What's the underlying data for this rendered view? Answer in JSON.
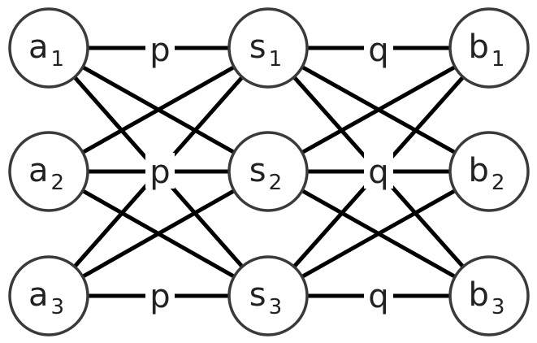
{
  "nodes": [
    {
      "id": "a1",
      "letter": "a",
      "sub": "1"
    },
    {
      "id": "a2",
      "letter": "a",
      "sub": "2"
    },
    {
      "id": "a3",
      "letter": "a",
      "sub": "3"
    },
    {
      "id": "s1",
      "letter": "s",
      "sub": "1"
    },
    {
      "id": "s2",
      "letter": "s",
      "sub": "2"
    },
    {
      "id": "s3",
      "letter": "s",
      "sub": "3"
    },
    {
      "id": "b1",
      "letter": "b",
      "sub": "1"
    },
    {
      "id": "b2",
      "letter": "b",
      "sub": "2"
    },
    {
      "id": "b3",
      "letter": "b",
      "sub": "3"
    }
  ],
  "edges": [
    {
      "from": "a1",
      "to": "s1"
    },
    {
      "from": "a1",
      "to": "s2"
    },
    {
      "from": "a1",
      "to": "s3"
    },
    {
      "from": "a2",
      "to": "s1"
    },
    {
      "from": "a2",
      "to": "s2"
    },
    {
      "from": "a2",
      "to": "s3"
    },
    {
      "from": "a3",
      "to": "s1"
    },
    {
      "from": "a3",
      "to": "s2"
    },
    {
      "from": "a3",
      "to": "s3"
    },
    {
      "from": "s1",
      "to": "b1"
    },
    {
      "from": "s1",
      "to": "b2"
    },
    {
      "from": "s1",
      "to": "b3"
    },
    {
      "from": "s2",
      "to": "b1"
    },
    {
      "from": "s2",
      "to": "b2"
    },
    {
      "from": "s2",
      "to": "b3"
    },
    {
      "from": "s3",
      "to": "b1"
    },
    {
      "from": "s3",
      "to": "b2"
    },
    {
      "from": "s3",
      "to": "b3"
    }
  ],
  "edge_labels": {
    "left_column": [
      "p",
      "p",
      "p"
    ],
    "right_column": [
      "q",
      "q",
      "q"
    ]
  }
}
